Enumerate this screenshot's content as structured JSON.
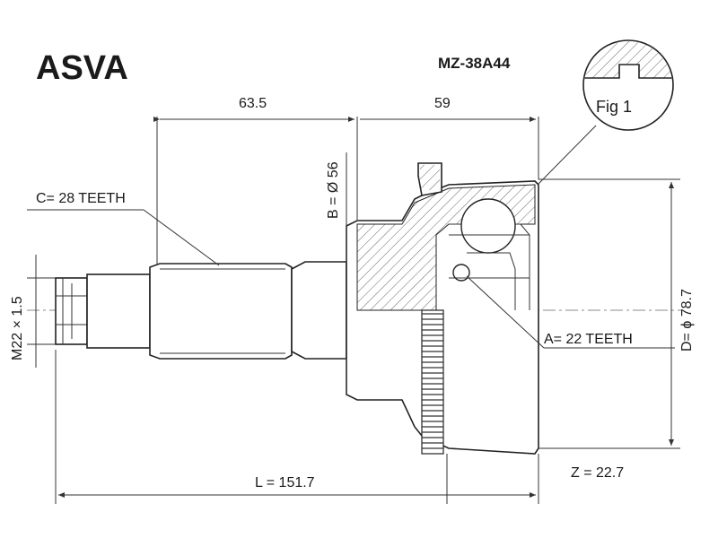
{
  "brand": "ASVA",
  "part_number": "MZ-38A44",
  "figure_label": "Fig 1",
  "dimensions": {
    "length_63_5": "63.5",
    "length_59": "59",
    "b": "B = Ø 56",
    "c": "C= 28 TEETH",
    "m": "M22 × 1.5",
    "a": "A= 22 TEETH",
    "d": "D= ϕ 78.7",
    "l": "L = 151.7",
    "z": "Z = 22.7"
  }
}
